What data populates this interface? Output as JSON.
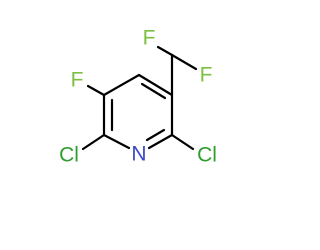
{
  "molecule": {
    "atoms": {
      "fluorine_ring": "F",
      "chlorine_left": "Cl",
      "nitrogen": "N",
      "chlorine_right": "Cl",
      "fluorine_chf2_top": "F",
      "fluorine_chf2_right": "F"
    }
  },
  "colors": {
    "bond": "#000000",
    "fluorine": "#7cc043",
    "chlorine": "#2f9e2f",
    "nitrogen": "#3b49c6"
  }
}
